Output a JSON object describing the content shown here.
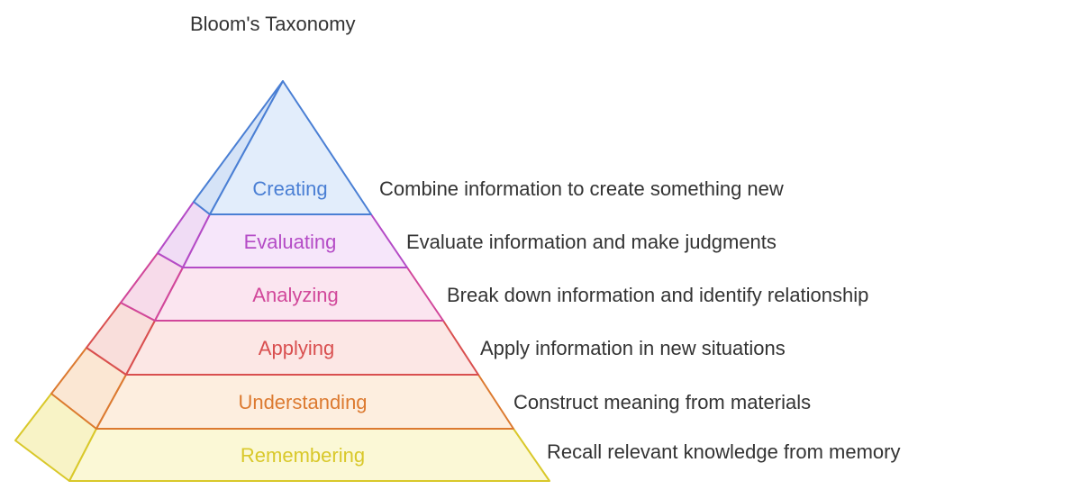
{
  "title": "Bloom's Taxonomy",
  "layers": [
    {
      "name": "Creating",
      "description": "Combine information to create something new",
      "stroke": "#4a7fd4",
      "fill": "#e2edfb",
      "side_fill": "#d5e3f7"
    },
    {
      "name": "Evaluating",
      "description": "Evaluate information and make judgments",
      "stroke": "#b44bc6",
      "fill": "#f6e6fa",
      "side_fill": "#f0dcf5"
    },
    {
      "name": "Analyzing",
      "description": "Break down information and identify relationship",
      "stroke": "#d1479a",
      "fill": "#fbe5f0",
      "side_fill": "#f7dbea"
    },
    {
      "name": "Applying",
      "description": "Apply information in new situations",
      "stroke": "#d94f4f",
      "fill": "#fce7e5",
      "side_fill": "#f9dedb"
    },
    {
      "name": "Understanding",
      "description": "Construct meaning from materials",
      "stroke": "#dc7a30",
      "fill": "#fdeedf",
      "side_fill": "#fbe7d3"
    },
    {
      "name": "Remembering",
      "description": "Recall relevant knowledge from memory",
      "stroke": "#d9c82a",
      "fill": "#fbf8d6",
      "side_fill": "#f8f3c6"
    }
  ]
}
